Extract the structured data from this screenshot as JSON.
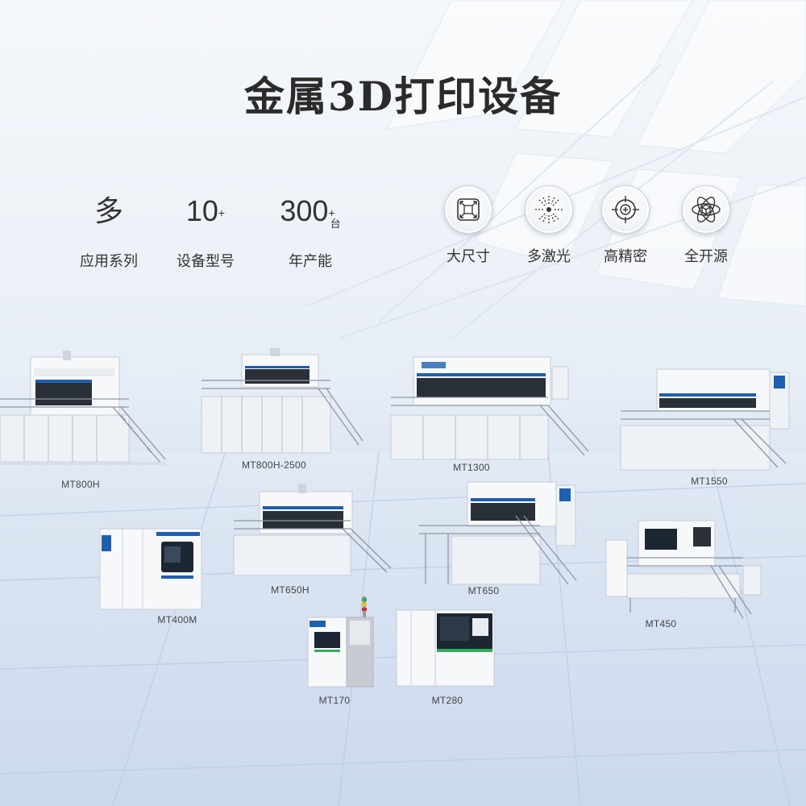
{
  "title": "金属3D打印设备",
  "stats": [
    {
      "value": "多",
      "sup": "",
      "unit": "",
      "label": "应用系列"
    },
    {
      "value": "10",
      "sup": "+",
      "unit": "",
      "label": "设备型号"
    },
    {
      "value": "300",
      "sup": "+",
      "unit": "台",
      "label": "年产能"
    }
  ],
  "features": [
    {
      "icon": "expand-arrows-icon",
      "label": "大尺寸"
    },
    {
      "icon": "laser-burst-icon",
      "label": "多激光"
    },
    {
      "icon": "crosshair-target-icon",
      "label": "高精密"
    },
    {
      "icon": "atom-cube-icon",
      "label": "全开源"
    }
  ],
  "colors": {
    "accent": "#1f5fb0",
    "green_band": "#2fae5a",
    "screen": "#1d2733"
  },
  "machines": [
    {
      "name": "MT800H"
    },
    {
      "name": "MT800H-2500"
    },
    {
      "name": "MT1300"
    },
    {
      "name": "MT1550"
    },
    {
      "name": "MT400M"
    },
    {
      "name": "MT650H"
    },
    {
      "name": "MT650"
    },
    {
      "name": "MT450"
    },
    {
      "name": "MT170"
    },
    {
      "name": "MT280"
    }
  ]
}
